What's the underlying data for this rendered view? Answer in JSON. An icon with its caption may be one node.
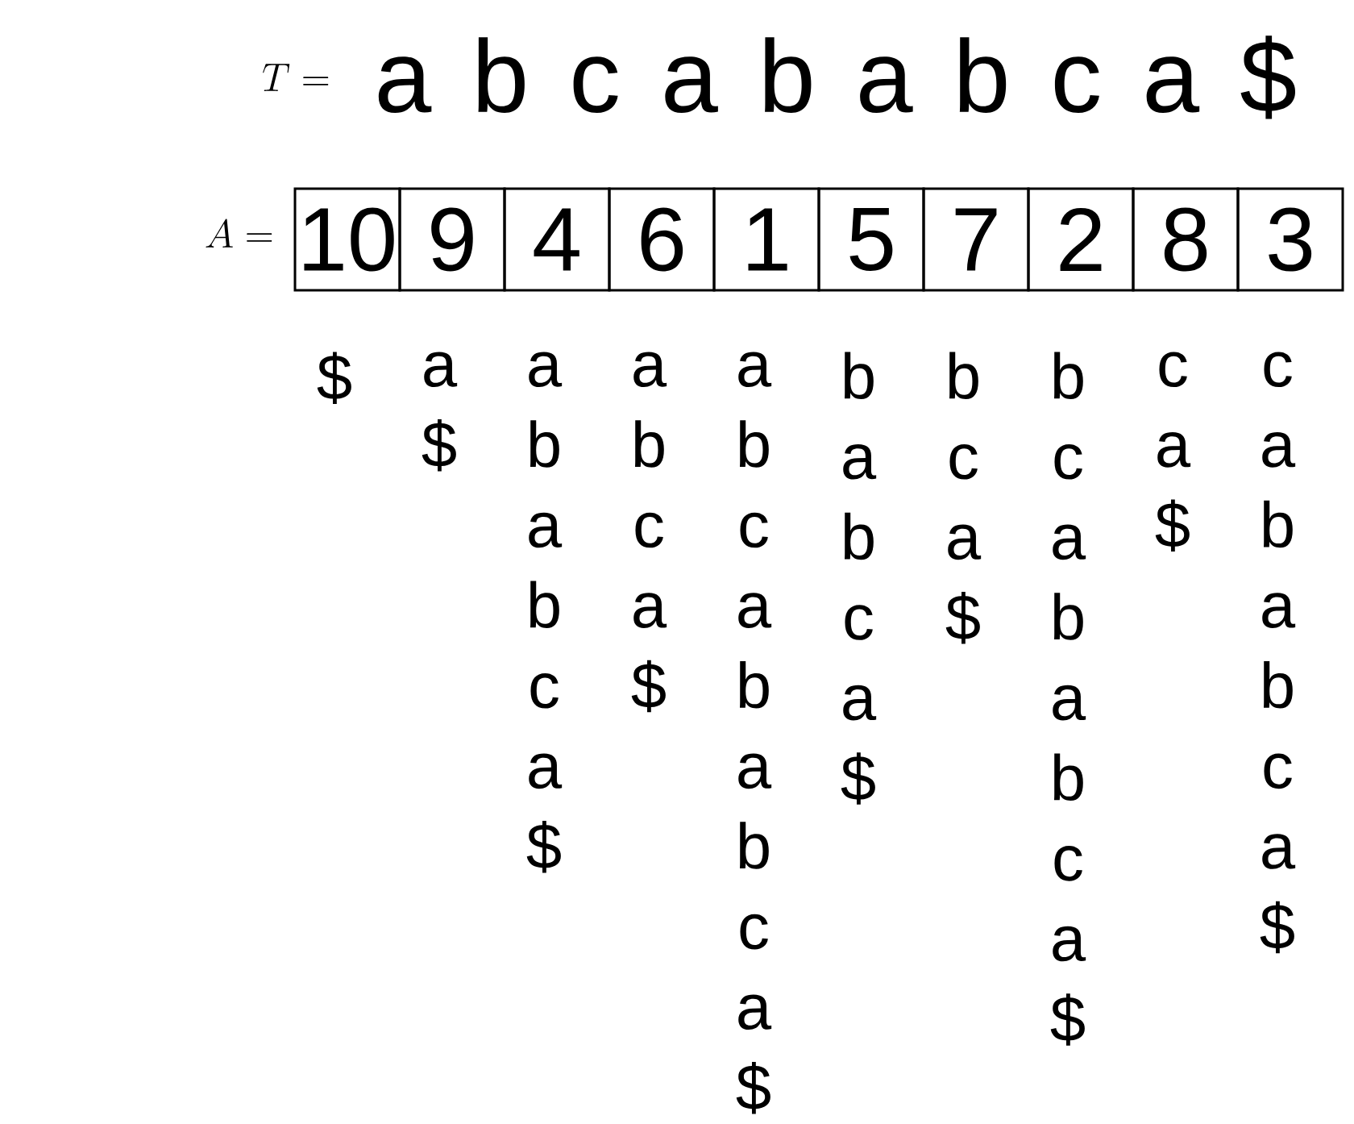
{
  "diagram": {
    "nodes": [
      {
        "text": [
          "10"
        ],
        "beside": [
          "$"
        ]
      },
      {
        "text": [
          "9"
        ],
        "beside": [
          "a $"
        ]
      },
      {
        "text": [
          "4"
        ],
        "beside": [
          "a b a b c a $"
        ]
      },
      {
        "text": [
          "6"
        ],
        "beside": [
          "a b c a $"
        ]
      },
      {
        "text": [
          "1"
        ],
        "beside": [
          "a b c a b a b c a $"
        ]
      },
      {
        "text": [
          "5"
        ],
        "beside": [
          "b a b c a $"
        ]
      },
      {
        "text": [
          "7"
        ],
        "beside": [
          "b c a $"
        ]
      },
      {
        "text": [
          "2"
        ],
        "beside": [
          "b c a b a b c a $"
        ]
      },
      {
        "text": [
          "8"
        ],
        "beside": [
          "c a $"
        ]
      },
      {
        "text": [
          "3"
        ],
        "beside": [
          "c a b a b c a $"
        ]
      }
    ],
    "labels": [
      "T =",
      "a b c a b a b c a $",
      "A ="
    ]
  }
}
